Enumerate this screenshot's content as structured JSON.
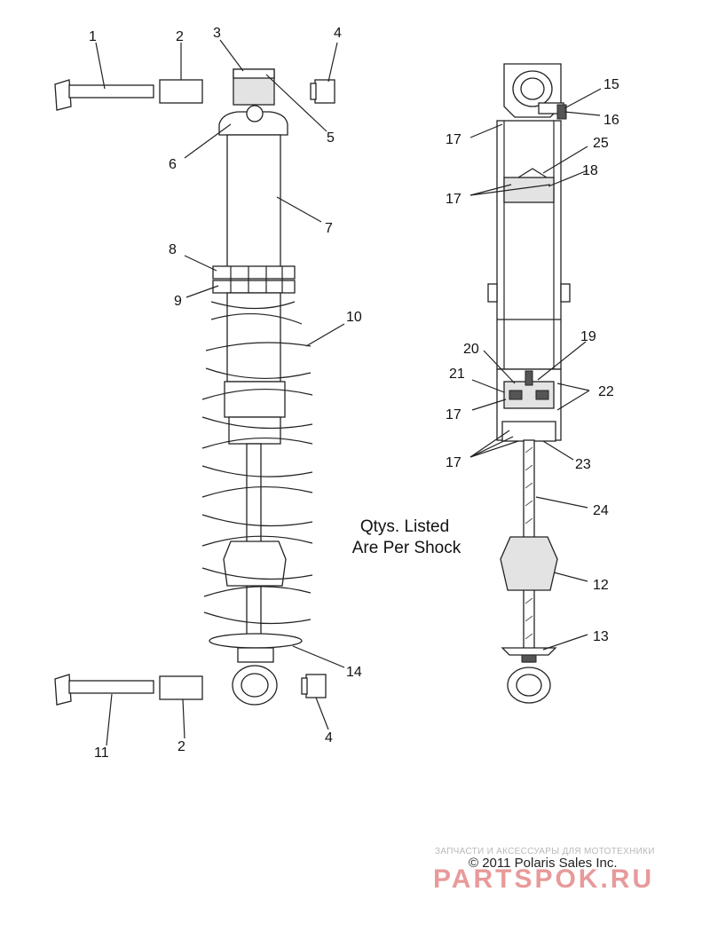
{
  "note": {
    "line1": "Qtys. Listed",
    "line2": "Are Per Shock"
  },
  "copyright": "© 2011 Polaris Sales Inc.",
  "watermark": {
    "small": "ЗАПЧАСТИ И АКСЕССУАРЫ ДЛЯ МОТОТЕХНИКИ",
    "big": "PARTSPOK.RU"
  },
  "callouts": {
    "c1": "1",
    "c2a": "2",
    "c3": "3",
    "c4a": "4",
    "c5": "5",
    "c6": "6",
    "c7": "7",
    "c8": "8",
    "c9": "9",
    "c10": "10",
    "c11": "11",
    "c2b": "2",
    "c4b": "4",
    "c14": "14",
    "c15": "15",
    "c16": "16",
    "c17a": "17",
    "c25": "25",
    "c18": "18",
    "c17b": "17",
    "c20": "20",
    "c19": "19",
    "c21": "21",
    "c22": "22",
    "c17c": "17",
    "c17d": "17",
    "c23": "23",
    "c24": "24",
    "c12": "12",
    "c13": "13"
  }
}
